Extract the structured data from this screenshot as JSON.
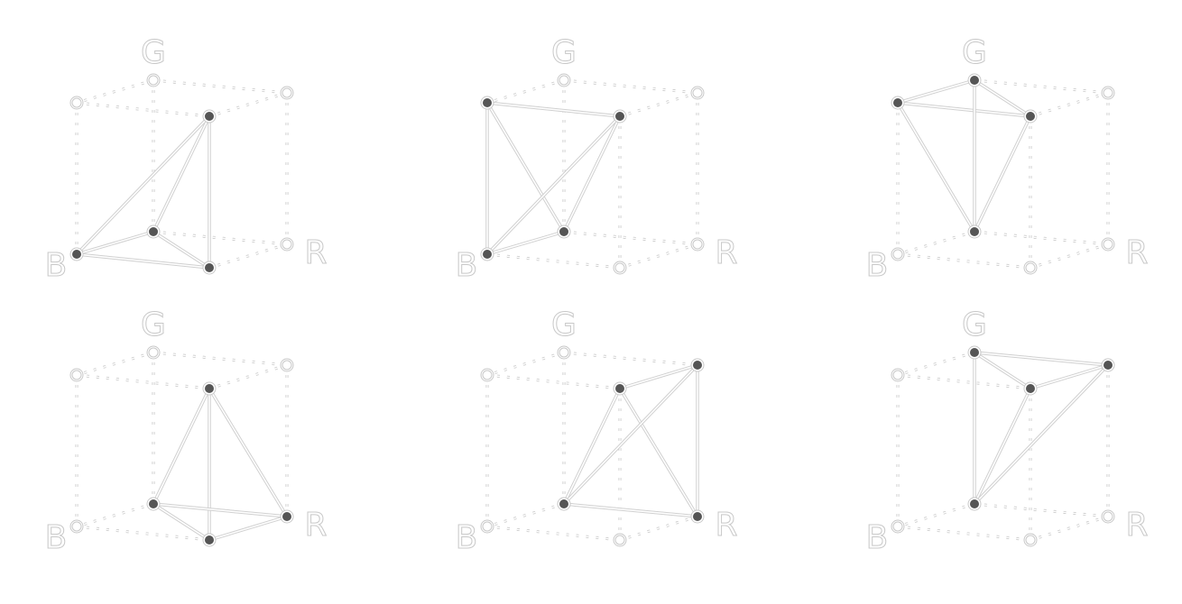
{
  "axis_labels": {
    "g": "G",
    "b": "B",
    "r": "R"
  },
  "colors": {
    "line": "#d0d0d0",
    "dots": "#c8c8c8",
    "filled_vertex": "#555555"
  },
  "cubes": [
    {
      "tetrahedron": [
        "W",
        "O",
        "B",
        "BR"
      ]
    },
    {
      "tetrahedron": [
        "BG",
        "W",
        "O",
        "B"
      ]
    },
    {
      "tetrahedron": [
        "BG",
        "G",
        "W",
        "O"
      ]
    },
    {
      "tetrahedron": [
        "W",
        "O",
        "R",
        "BR"
      ]
    },
    {
      "tetrahedron": [
        "W",
        "RG",
        "O",
        "R"
      ]
    },
    {
      "tetrahedron": [
        "G",
        "RG",
        "W",
        "O"
      ]
    }
  ]
}
